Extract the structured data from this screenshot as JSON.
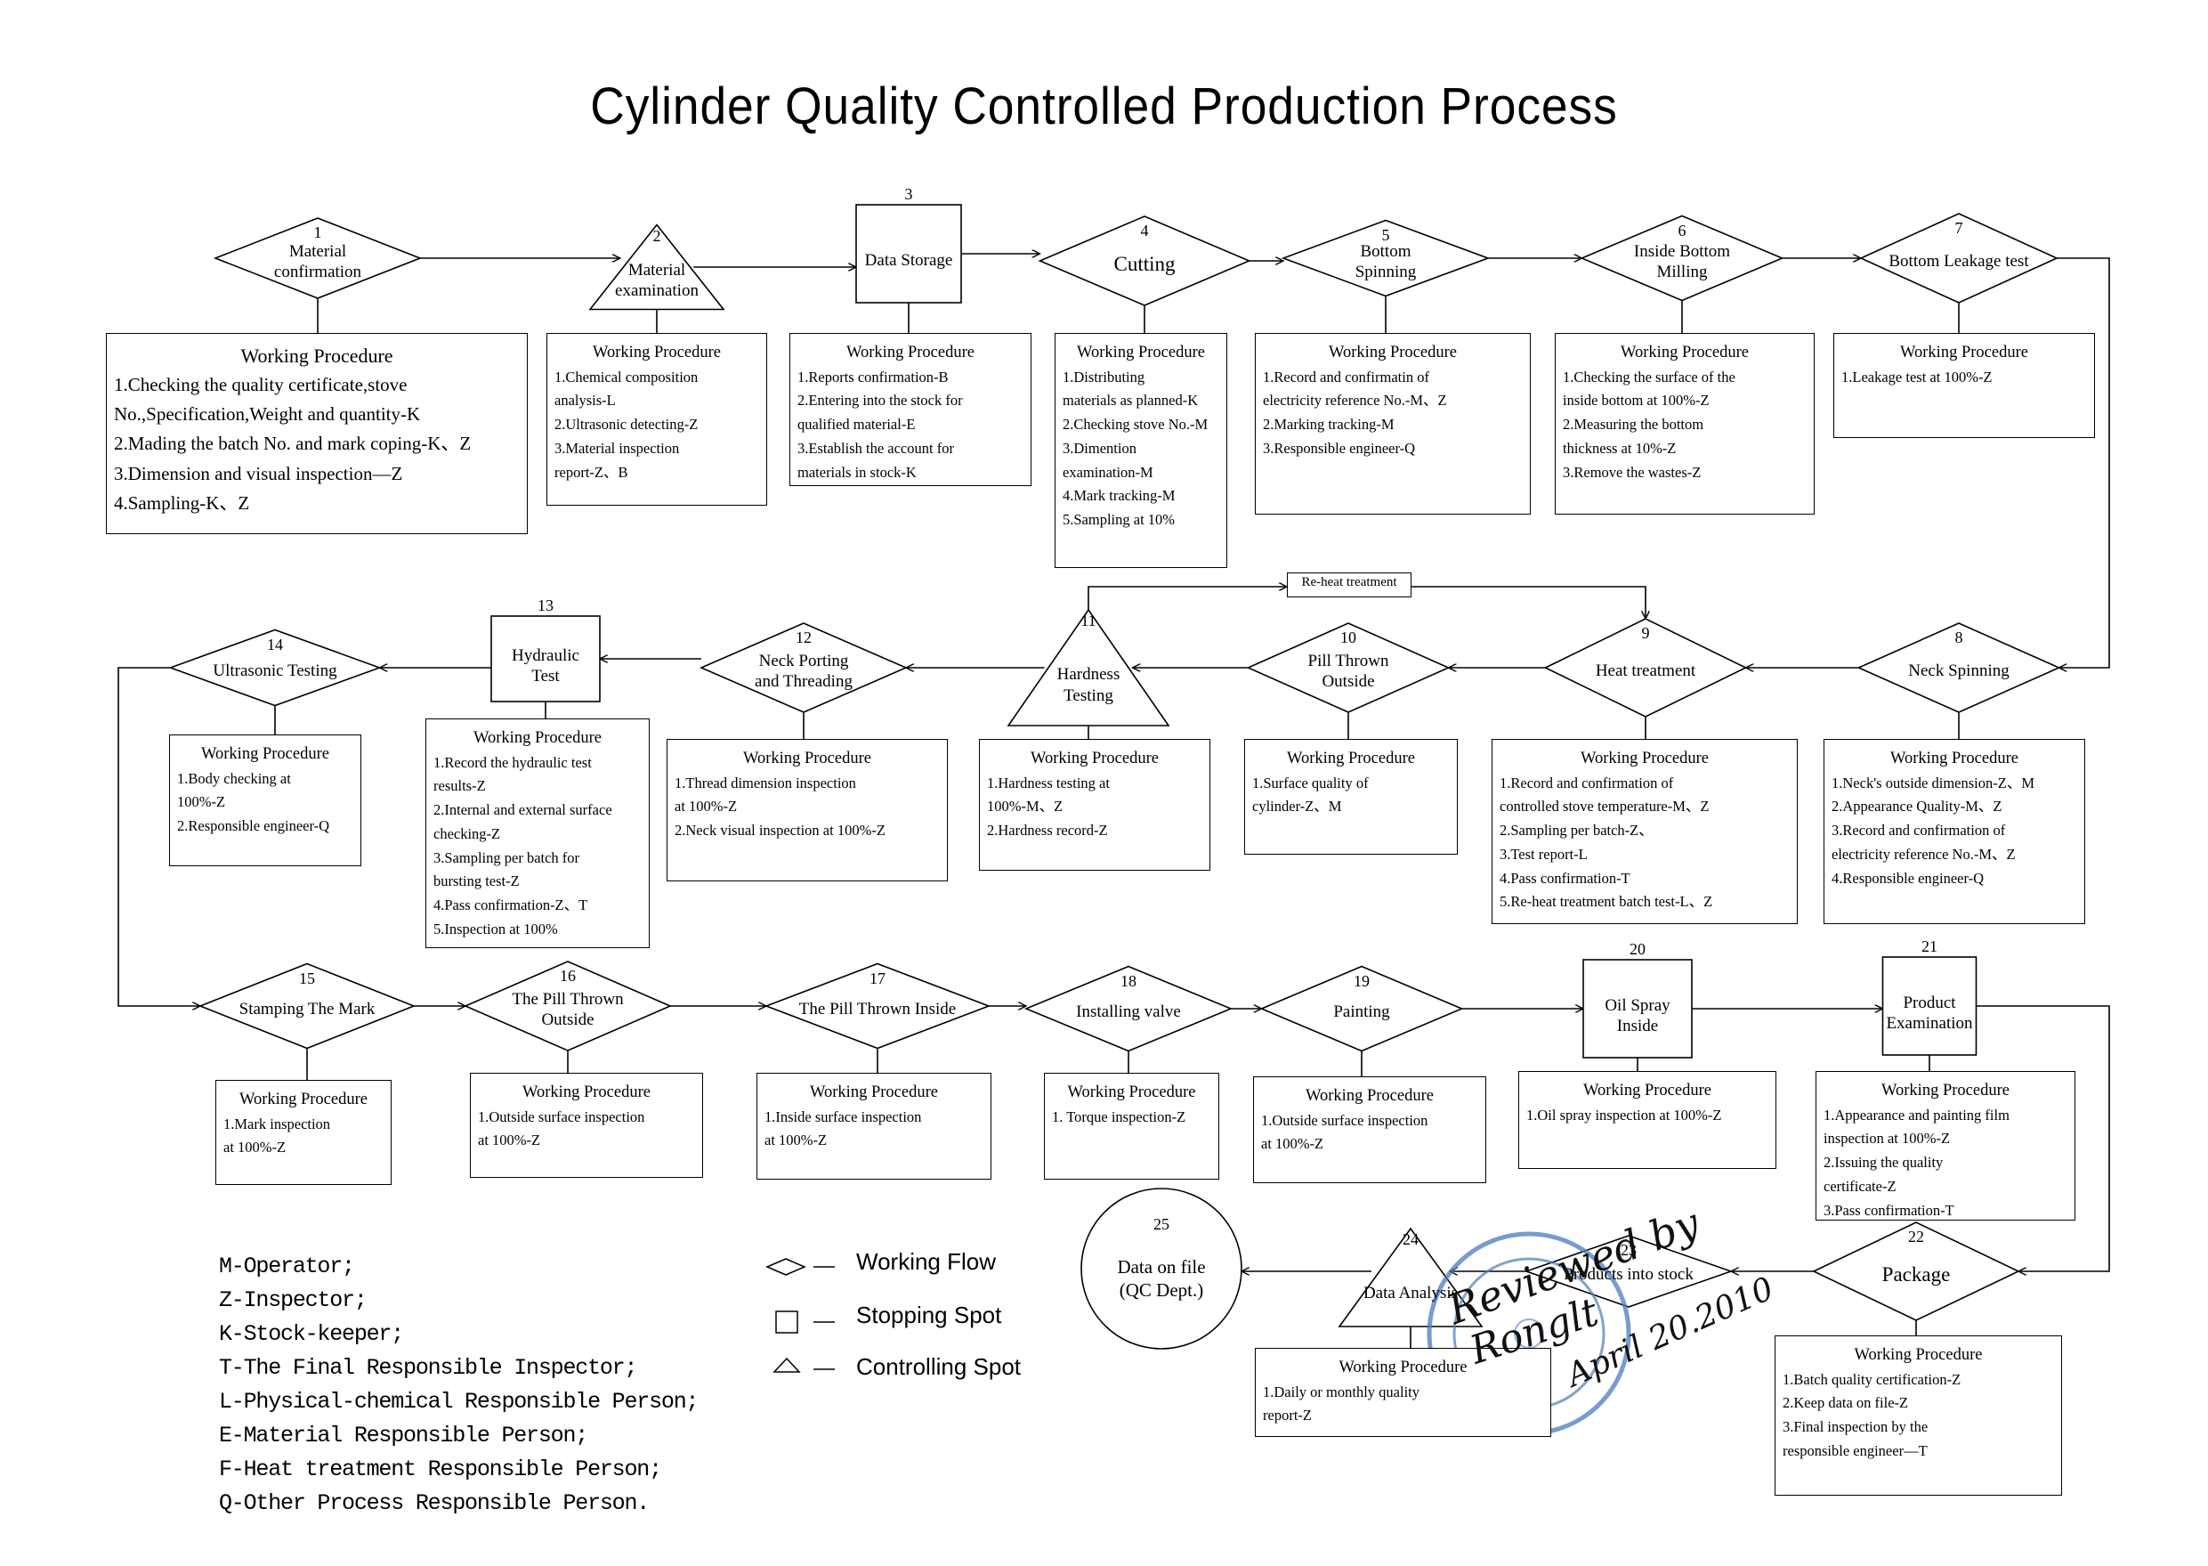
{
  "title": "Cylinder Quality Controlled Production Process",
  "nodes": [
    {
      "num": "1",
      "label": "Material\nconfirmation"
    },
    {
      "num": "2",
      "label": "Material\nexamination"
    },
    {
      "num": "3",
      "label": "Data Storage"
    },
    {
      "num": "4",
      "label": "Cutting"
    },
    {
      "num": "5",
      "label": "Bottom\nSpinning"
    },
    {
      "num": "6",
      "label": "Inside Bottom\nMilling"
    },
    {
      "num": "7",
      "label": "Bottom Leakage test"
    },
    {
      "num": "8",
      "label": "Neck Spinning"
    },
    {
      "num": "9",
      "label": "Heat treatment"
    },
    {
      "num": "10",
      "label": "Pill Thrown\nOutside"
    },
    {
      "num": "11",
      "label": "Hardness\nTesting"
    },
    {
      "num": "12",
      "label": "Neck Porting\nand Threading"
    },
    {
      "num": "13",
      "label": "Hydraulic\nTest"
    },
    {
      "num": "14",
      "label": "Ultrasonic Testing"
    },
    {
      "num": "15",
      "label": "Stamping The Mark"
    },
    {
      "num": "16",
      "label": "The Pill Thrown\nOutside"
    },
    {
      "num": "17",
      "label": "The Pill Thrown Inside"
    },
    {
      "num": "18",
      "label": "Installing valve"
    },
    {
      "num": "19",
      "label": "Painting"
    },
    {
      "num": "20",
      "label": "Oil Spray\nInside"
    },
    {
      "num": "21",
      "label": "Product\nExamination"
    },
    {
      "num": "22",
      "label": "Package"
    },
    {
      "num": "23",
      "label": "Products into stock"
    },
    {
      "num": "24",
      "label": "Data Analysis"
    },
    {
      "num": "25",
      "label": "Data on file\n(QC Dept.)"
    }
  ],
  "procedures": [
    {
      "heading": "Working Procedure",
      "items": [
        "1.Checking the quality certificate,stove",
        "No.,Specification,Weight and quantity-K",
        "2.Mading the batch No. and mark coping-K、Z",
        "3.Dimension and visual inspection—Z",
        "4.Sampling-K、Z"
      ]
    },
    {
      "heading": "Working Procedure",
      "items": [
        "1.Chemical composition",
        "analysis-L",
        "2.Ultrasonic detecting-Z",
        "3.Material inspection",
        "report-Z、B"
      ]
    },
    {
      "heading": "Working Procedure",
      "items": [
        "1.Reports confirmation-B",
        "2.Entering into the stock for",
        "qualified material-E",
        "3.Establish the account for",
        "materials in stock-K"
      ]
    },
    {
      "heading": "Working Procedure",
      "items": [
        "1.Distributing",
        "materials as planned-K",
        "2.Checking stove No.-M",
        "3.Dimention",
        "examination-M",
        "4.Mark tracking-M",
        "5.Sampling at 10%"
      ]
    },
    {
      "heading": "Working Procedure",
      "items": [
        "1.Record and confirmatin of",
        "electricity reference No.-M、Z",
        "2.Marking tracking-M",
        "3.Responsible engineer-Q"
      ]
    },
    {
      "heading": "Working Procedure",
      "items": [
        "1.Checking the surface of the",
        "inside bottom at 100%-Z",
        "2.Measuring the bottom",
        "thickness at 10%-Z",
        "3.Remove the wastes-Z"
      ]
    },
    {
      "heading": "Working Procedure",
      "items": [
        "1.Leakage test at 100%-Z"
      ]
    },
    {
      "heading": "Working Procedure",
      "items": [
        "1.Neck's outside dimension-Z、M",
        "2.Appearance Quality-M、Z",
        "3.Record and confirmation of",
        "electricity reference No.-M、Z",
        "4.Responsible engineer-Q"
      ]
    },
    {
      "heading": "Working Procedure",
      "items": [
        "1.Record and confirmation of",
        "controlled stove temperature-M、Z",
        "2.Sampling per batch-Z、",
        "3.Test report-L",
        "4.Pass confirmation-T",
        "5.Re-heat treatment batch test-L、Z"
      ]
    },
    {
      "heading": "Working Procedure",
      "items": [
        "1.Surface quality of",
        "cylinder-Z、M"
      ]
    },
    {
      "heading": "Working Procedure",
      "items": [
        "1.Hardness testing at",
        "100%-M、Z",
        "2.Hardness record-Z"
      ]
    },
    {
      "heading": "Working Procedure",
      "items": [
        "1.Thread dimension inspection",
        "  at 100%-Z",
        "2.Neck visual inspection at 100%-Z"
      ]
    },
    {
      "heading": "Working Procedure",
      "items": [
        " 1.Record the  hydraulic test",
        "results-Z",
        " 2.Internal and external surface",
        "checking-Z",
        " 3.Sampling per batch for",
        "bursting test-Z",
        " 4.Pass confirmation-Z、T",
        " 5.Inspection at 100%"
      ]
    },
    {
      "heading": "Working Procedure",
      "items": [
        "1.Body checking at",
        "100%-Z",
        "2.Responsible engineer-Q"
      ]
    },
    {
      "heading": "Working Procedure",
      "items": [
        "1.Mark inspection",
        "at 100%-Z"
      ]
    },
    {
      "heading": "Working Procedure",
      "items": [
        "1.Outside surface inspection",
        "at 100%-Z"
      ]
    },
    {
      "heading": "Working Procedure",
      "items": [
        "1.Inside surface inspection",
        "at 100%-Z"
      ]
    },
    {
      "heading": "Working Procedure",
      "items": [
        "1. Torque inspection-Z"
      ]
    },
    {
      "heading": "Working Procedure",
      "items": [
        "1.Outside surface inspection",
        "at 100%-Z"
      ]
    },
    {
      "heading": "Working Procedure",
      "items": [
        "1.Oil spray inspection at 100%-Z"
      ]
    },
    {
      "heading": "Working Procedure",
      "items": [
        " 1.Appearance and painting film",
        "inspection at 100%-Z",
        " 2.Issuing the quality",
        "certificate-Z",
        " 3.Pass confirmation-T"
      ]
    },
    {
      "heading": "Working Procedure",
      "items": [
        "1.Batch quality certification-Z",
        "2.Keep data on file-Z",
        "3.Final inspection by the",
        "responsible engineer—T"
      ]
    },
    {
      "heading": "Working Procedure",
      "items": [
        "1.Daily or monthly quality",
        "report-Z"
      ]
    }
  ],
  "reheat_label": "Re-heat treatment",
  "legend": [
    {
      "shape": "diamond",
      "label": "Working Flow"
    },
    {
      "shape": "square",
      "label": "Stopping Spot"
    },
    {
      "shape": "triangle",
      "label": "Controlling Spot"
    }
  ],
  "key": [
    "M-Operator;",
    "Z-Inspector;",
    "K-Stock-keeper;",
    "T-The Final Responsible Inspector;",
    "L-Physical-chemical Responsible Person;",
    "E-Material Responsible Person;",
    "F-Heat treatment Responsible Person;",
    "Q-Other Process Responsible Person."
  ],
  "signature": {
    "line1": "Reviewed by",
    "line2": "Ronglt",
    "date": "April 20.2010"
  },
  "colors": {
    "stamp": "#4a7bbf",
    "ink": "#000000"
  }
}
